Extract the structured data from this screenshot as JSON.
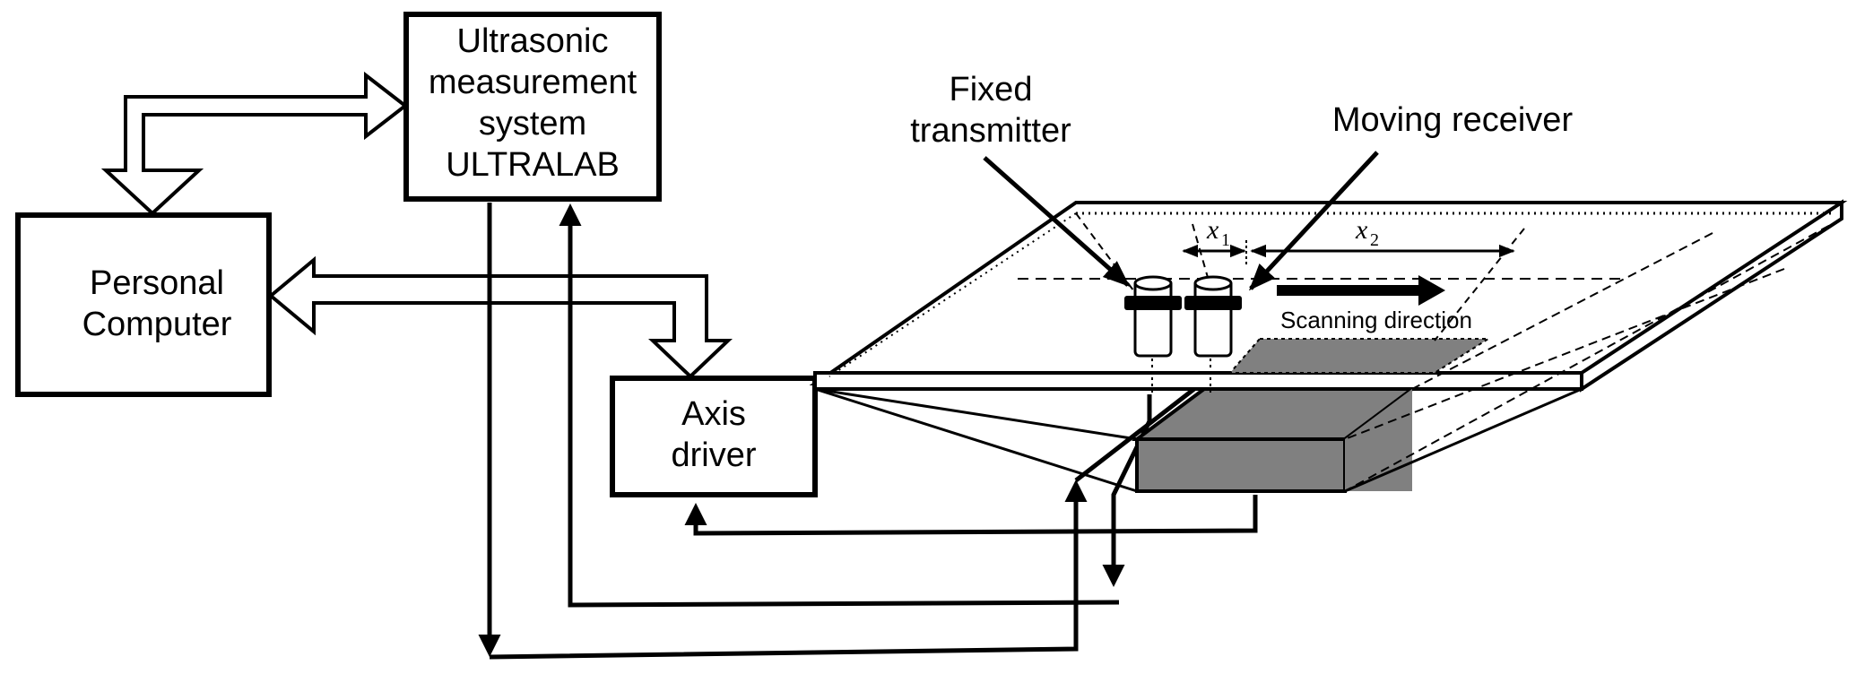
{
  "boxes": {
    "ultrasonic": [
      "Ultrasonic",
      "measurement",
      "system",
      "ULTRALAB"
    ],
    "pc": [
      "Personal",
      "Computer"
    ],
    "axis": [
      "Axis",
      "driver"
    ]
  },
  "labels": {
    "fixed_transmitter": [
      "Fixed",
      "transmitter"
    ],
    "moving_receiver": "Moving receiver",
    "scanning_direction": "Scanning direction",
    "x1": "x",
    "x1_sub": "1",
    "x2": "x",
    "x2_sub": "2"
  },
  "colors": {
    "line": "#000000",
    "specimen_fill": "#808080",
    "background": "#ffffff"
  }
}
